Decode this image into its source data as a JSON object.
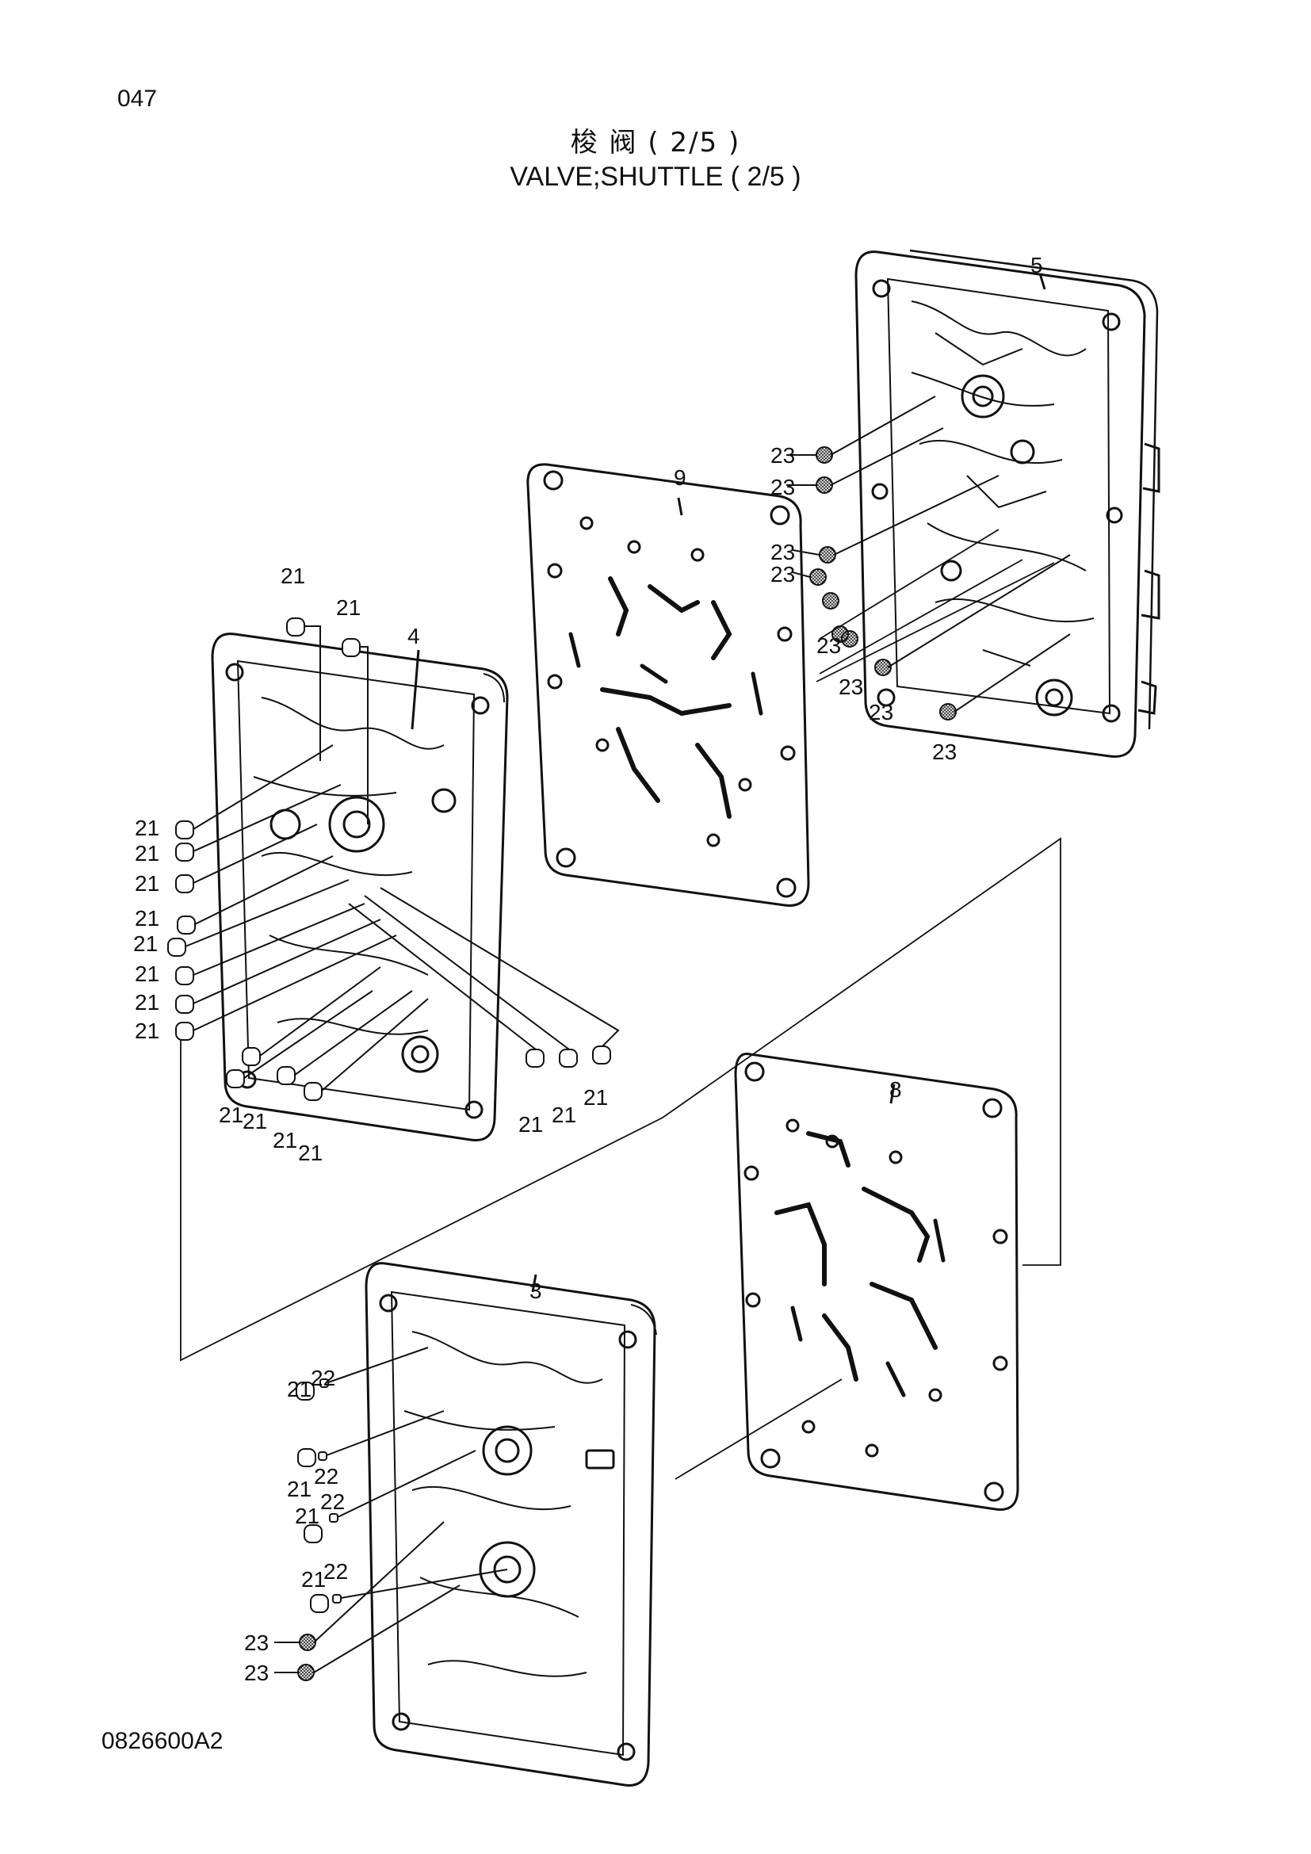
{
  "page": {
    "number": "047",
    "title_cn": "梭 阀 ( 2/5 )",
    "title_en": "VALVE;SHUTTLE ( 2/5 )",
    "doc_code": "0826600A2"
  },
  "callouts": {
    "c5": "5",
    "c9": "9",
    "c4": "4",
    "c8": "8",
    "c3": "3",
    "c21": "21",
    "c22": "22",
    "c23": "23"
  }
}
